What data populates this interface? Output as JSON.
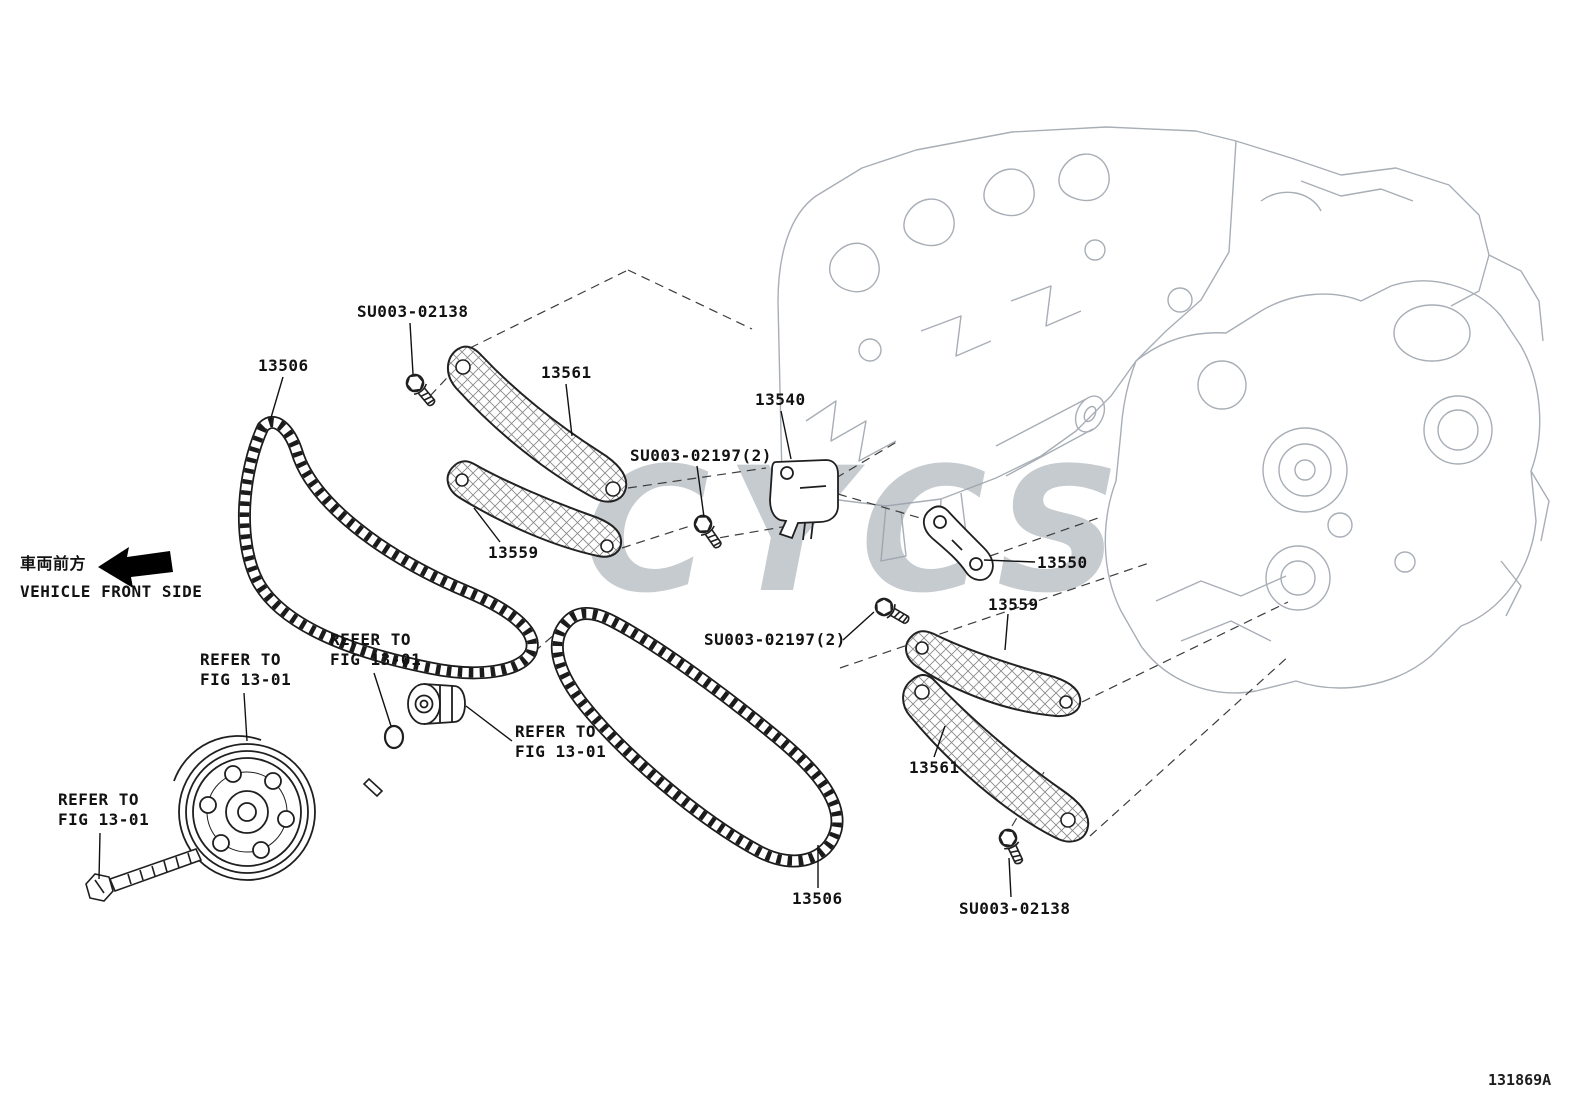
{
  "figure": {
    "id": "131869A",
    "watermark": "CYCS",
    "front_label_jp": "車両前方",
    "front_label_en": "VEHICLE FRONT SIDE"
  },
  "parts": {
    "timing_chain": "13506",
    "chain_guide_no1": "13561",
    "chain_guide_no2": "13559",
    "chain_tensioner": "13540",
    "vibration_damper": "13550",
    "bolt_a": "SU003-02138",
    "bolt_b": "SU003-02197(2)"
  },
  "notes": {
    "refer_line1": "REFER TO",
    "refer_line2": "FIG 13-01"
  }
}
